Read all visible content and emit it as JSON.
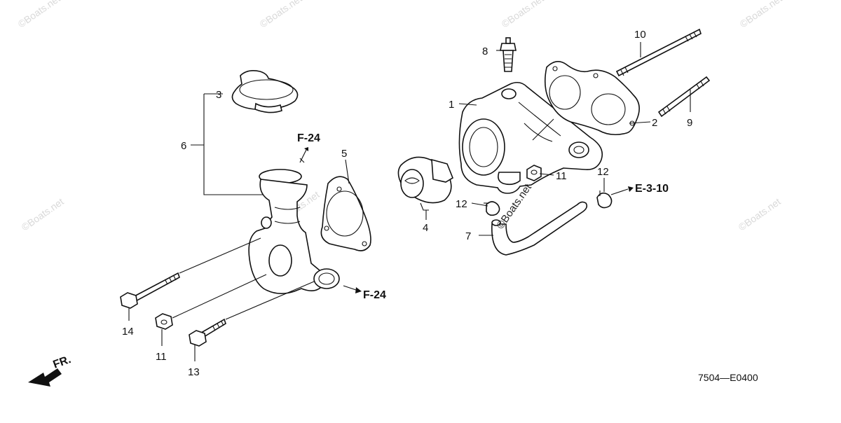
{
  "callouts": [
    {
      "id": "c1",
      "text": "1"
    },
    {
      "id": "c2",
      "text": "2"
    },
    {
      "id": "c3",
      "text": "3"
    },
    {
      "id": "c4",
      "text": "4"
    },
    {
      "id": "c5",
      "text": "5"
    },
    {
      "id": "c6",
      "text": "6"
    },
    {
      "id": "c7",
      "text": "7"
    },
    {
      "id": "c8",
      "text": "8"
    },
    {
      "id": "c9",
      "text": "9"
    },
    {
      "id": "c10",
      "text": "10"
    },
    {
      "id": "c11a",
      "text": "11"
    },
    {
      "id": "c11b",
      "text": "11"
    },
    {
      "id": "c12a",
      "text": "12"
    },
    {
      "id": "c12b",
      "text": "12"
    },
    {
      "id": "c13",
      "text": "13"
    },
    {
      "id": "c14",
      "text": "14"
    }
  ],
  "references": {
    "f24_top": "F-24",
    "f24_bottom": "F-24",
    "e310": "E-3-10"
  },
  "front_label": "FR.",
  "diagram_code": "7504—E0400",
  "watermark": "©Boats.net",
  "watermark_center": "©Boats.net"
}
